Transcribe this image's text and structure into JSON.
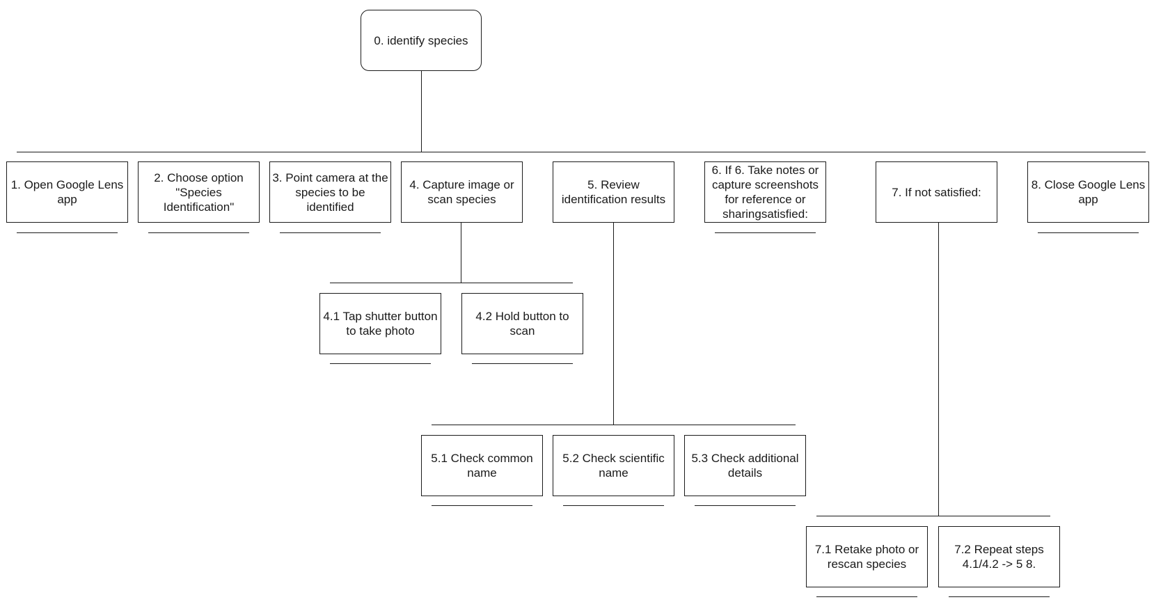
{
  "diagram": {
    "root": "0. identify species",
    "steps": {
      "s1": "1. Open Google Lens app",
      "s2": "2. Choose option \"Species Identification\"",
      "s3": "3. Point camera at the species to be identified",
      "s4": "4. Capture image or scan species",
      "s5": "5. Review identification results",
      "s6": "6. If 6. Take notes or capture screenshots for reference or sharingsatisfied:",
      "s7": "7. If not satisfied:",
      "s8": "8. Close Google Lens app"
    },
    "substeps": {
      "s4_1": "4.1 Tap shutter button to take photo",
      "s4_2": "4.2 Hold button to scan",
      "s5_1": "5.1 Check common name",
      "s5_2": "5.2 Check scientific name",
      "s5_3": "5.3 Check additional details",
      "s7_1": "7.1 Retake photo or rescan species",
      "s7_2": "7.2 Repeat steps 4.1/4.2 -> 5 8."
    }
  }
}
